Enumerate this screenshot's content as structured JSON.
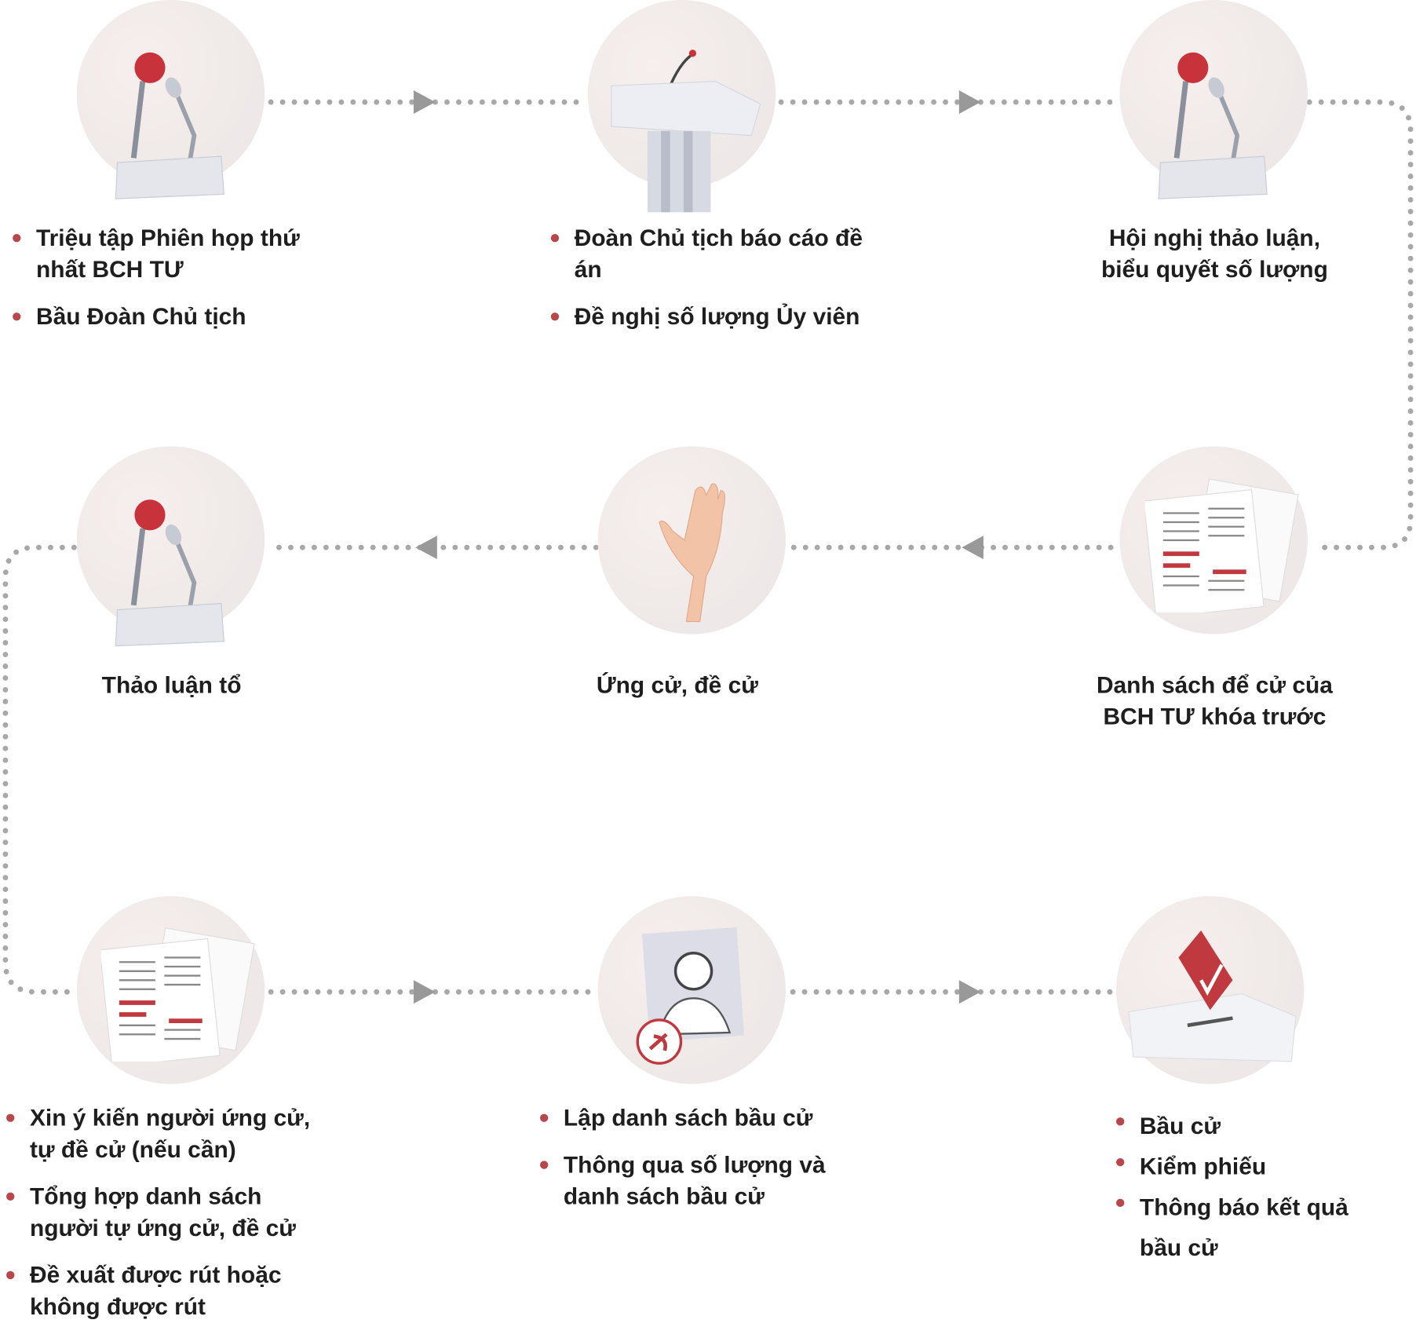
{
  "colors": {
    "bullet": "#b8474b",
    "connector": "#a8a8a8",
    "text": "#1e1e1e"
  },
  "steps": [
    {
      "icon": "microphones-icon",
      "items": [
        "Triệu tập Phiên họp thứ nhất BCH TƯ",
        "Bầu Đoàn Chủ tịch"
      ]
    },
    {
      "icon": "podium-icon",
      "items": [
        "Đoàn Chủ tịch báo cáo đề án",
        "Đề nghị số lượng Ủy viên"
      ]
    },
    {
      "icon": "microphones-icon",
      "label": "Hội nghị thảo luận, biểu quyết số lượng"
    },
    {
      "icon": "documents-icon",
      "label": "Danh sách để cử của BCH TƯ khóa trước"
    },
    {
      "icon": "raised-hand-icon",
      "label": "Ứng cử, đề cử"
    },
    {
      "icon": "microphones-icon",
      "label": "Thảo luận tổ"
    },
    {
      "icon": "documents-icon",
      "items": [
        "Xin ý kiến người ứng cử, tự đề cử (nếu cần)",
        "Tổng hợp danh sách người tự ứng cử, đề cử",
        "Đề xuất được rút hoặc không được rút"
      ]
    },
    {
      "icon": "candidate-portrait-icon",
      "items": [
        "Lập danh sách bầu cử",
        "Thông qua số lượng và danh sách bầu cử"
      ]
    },
    {
      "icon": "ballot-box-icon",
      "items": [
        "Bầu cử",
        "Kiểm phiếu",
        "Thông báo kết quả bầu cử"
      ]
    }
  ]
}
